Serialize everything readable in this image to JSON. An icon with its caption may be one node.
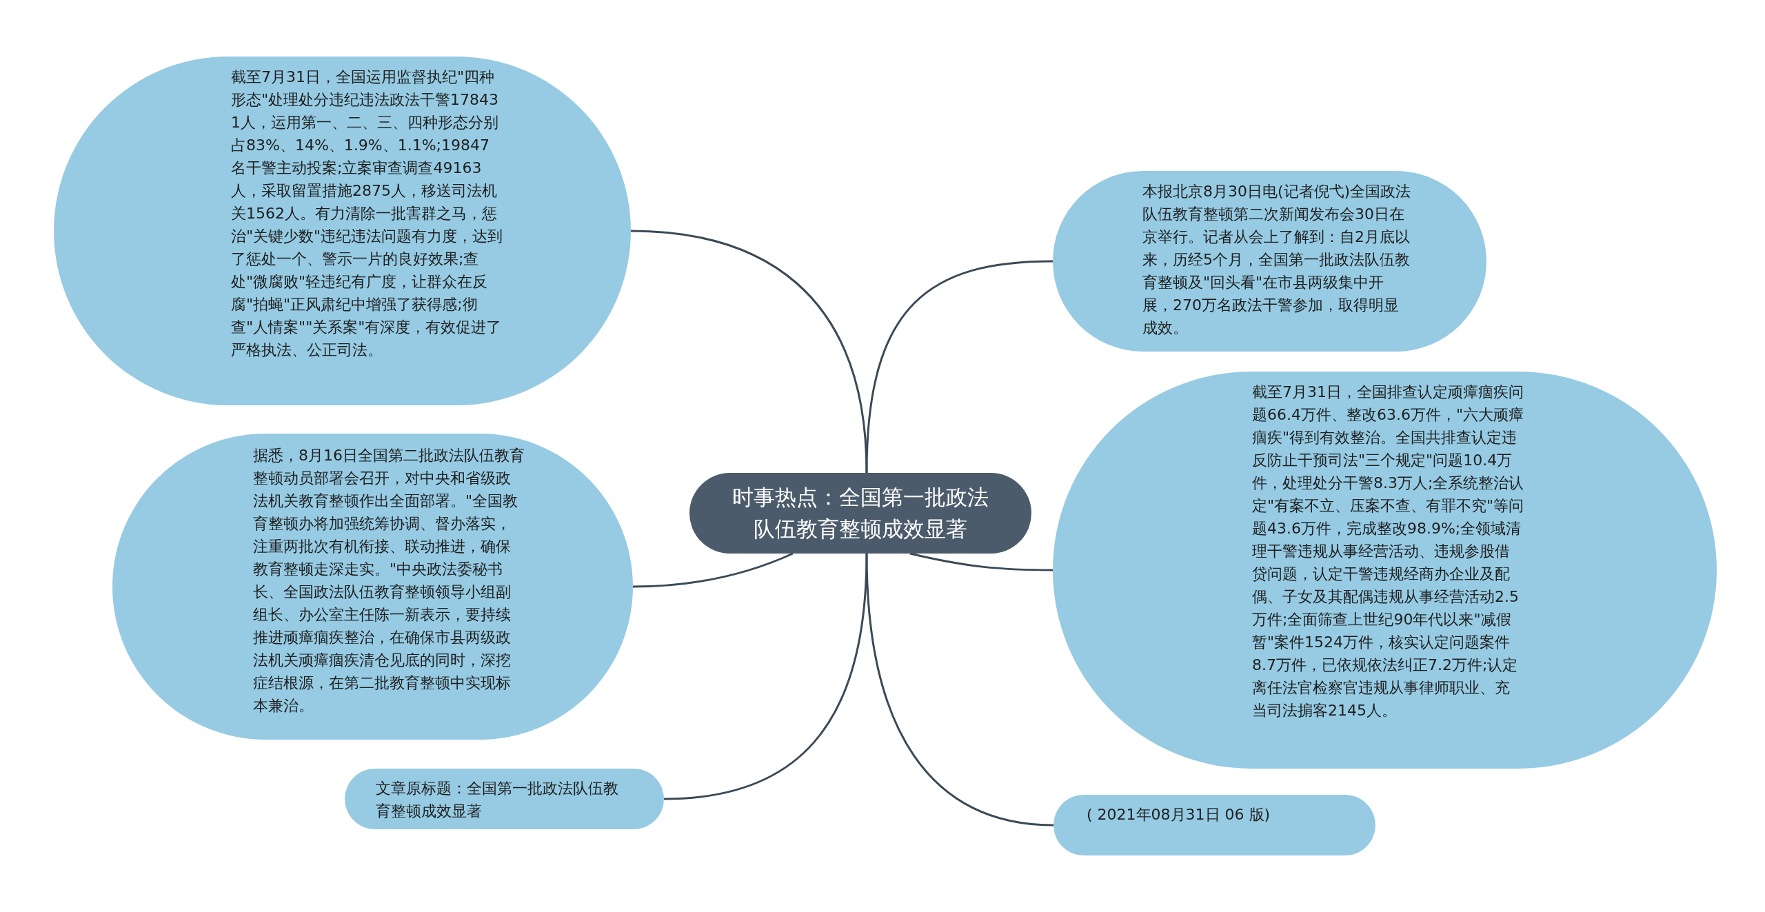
{
  "diagram": {
    "nodes": [
      {
        "text": [
          "时事热点：全国第一批政法队伍教育整顿成效显著"
        ]
      },
      {
        "text": [
          "截至7月31日，全国运用监督执纪\"四种形态\"处理处分违纪违法政法干警178431人，运用第一、二、三、四种形态分别占83%、14%、1.9%、1.1%;19847名干警主动投案;立案审查调查49163人，采取留置措施2875人，移送司法机关1562人。有力清除一批害群之马，惩治\"关键少数\"违纪违法问题有力度，达到了惩处一个、警示一片的良好效果;查处\"微腐败\"轻违纪有广度，让群众在反腐\"拍蝇\"正风肃纪中增强了获得感;彻查\"人情案\"\"关系案\"有深度，有效促进了严格执法、公正司法。"
        ]
      },
      {
        "text": [
          "据悉，8月16日全国第二批政法队伍教育整顿动员部署会召开，对中央和省级政法机关教育整顿作出全面部署。\"全国教育整顿办将加强统筹协调、督办落实，注重两批次有机衔接、联动推进，确保教育整顿走深走实。\"中央政法委秘书长、全国政法队伍教育整顿领导小组副组长、办公室主任陈一新表示，要持续推进顽瘴痼疾整治，在确保市县两级政法机关顽瘴痼疾清仓见底的同时，深挖症结根源，在第二批教育整顿中实现标本兼治。"
        ]
      },
      {
        "text": [
          "文章原标题：全国第一批政法队伍教育整顿成效显著"
        ]
      },
      {
        "text": [
          "本报北京8月30日电(记者倪弋)全国政法队伍教育整顿第二次新闻发布会30日在京举行。记者从会上了解到：自2月底以来，历经5个月，全国第一批政法队伍教育整顿及\"回头看\"在市县两级集中开展，270万名政法干警参加，取得明显成效。"
        ]
      },
      {
        "text": [
          "截至7月31日，全国排查认定顽瘴痼疾问题66.4万件、整改63.6万件，\"六大顽瘴痼疾\"得到有效整治。全国共排查认定违反防止干预司法\"三个规定\"问题10.4万件，处理处分干警8.3万人;全系统整治认定\"有案不立、压案不查、有罪不究\"等问题43.6万件，完成整改98.9%;全领域清理干警违规从事经营活动、违规参股借贷问题，认定干警违规经商办企业及配偶、子女及其配偶违规从事经营活动2.5万件;全面筛查上世纪90年代以来\"减假暂\"案件1524万件，核实认定问题案件8.7万件，已依规依法纠正7.2万件;认定离任法官检察官违规从事律师职业、充当司法掮客2145人。"
        ]
      },
      {
        "text": [
          "( 2021年08月31日 06 版)"
        ]
      }
    ],
    "edges": [
      {
        "from": 0,
        "to": 1,
        "arrow": "none"
      },
      {
        "from": 0,
        "to": 2,
        "arrow": "none"
      },
      {
        "from": 0,
        "to": 3,
        "arrow": "none"
      },
      {
        "from": 0,
        "to": 4,
        "arrow": "none"
      },
      {
        "from": 0,
        "to": 5,
        "arrow": "none"
      },
      {
        "from": 0,
        "to": 6,
        "arrow": "none"
      }
    ]
  }
}
